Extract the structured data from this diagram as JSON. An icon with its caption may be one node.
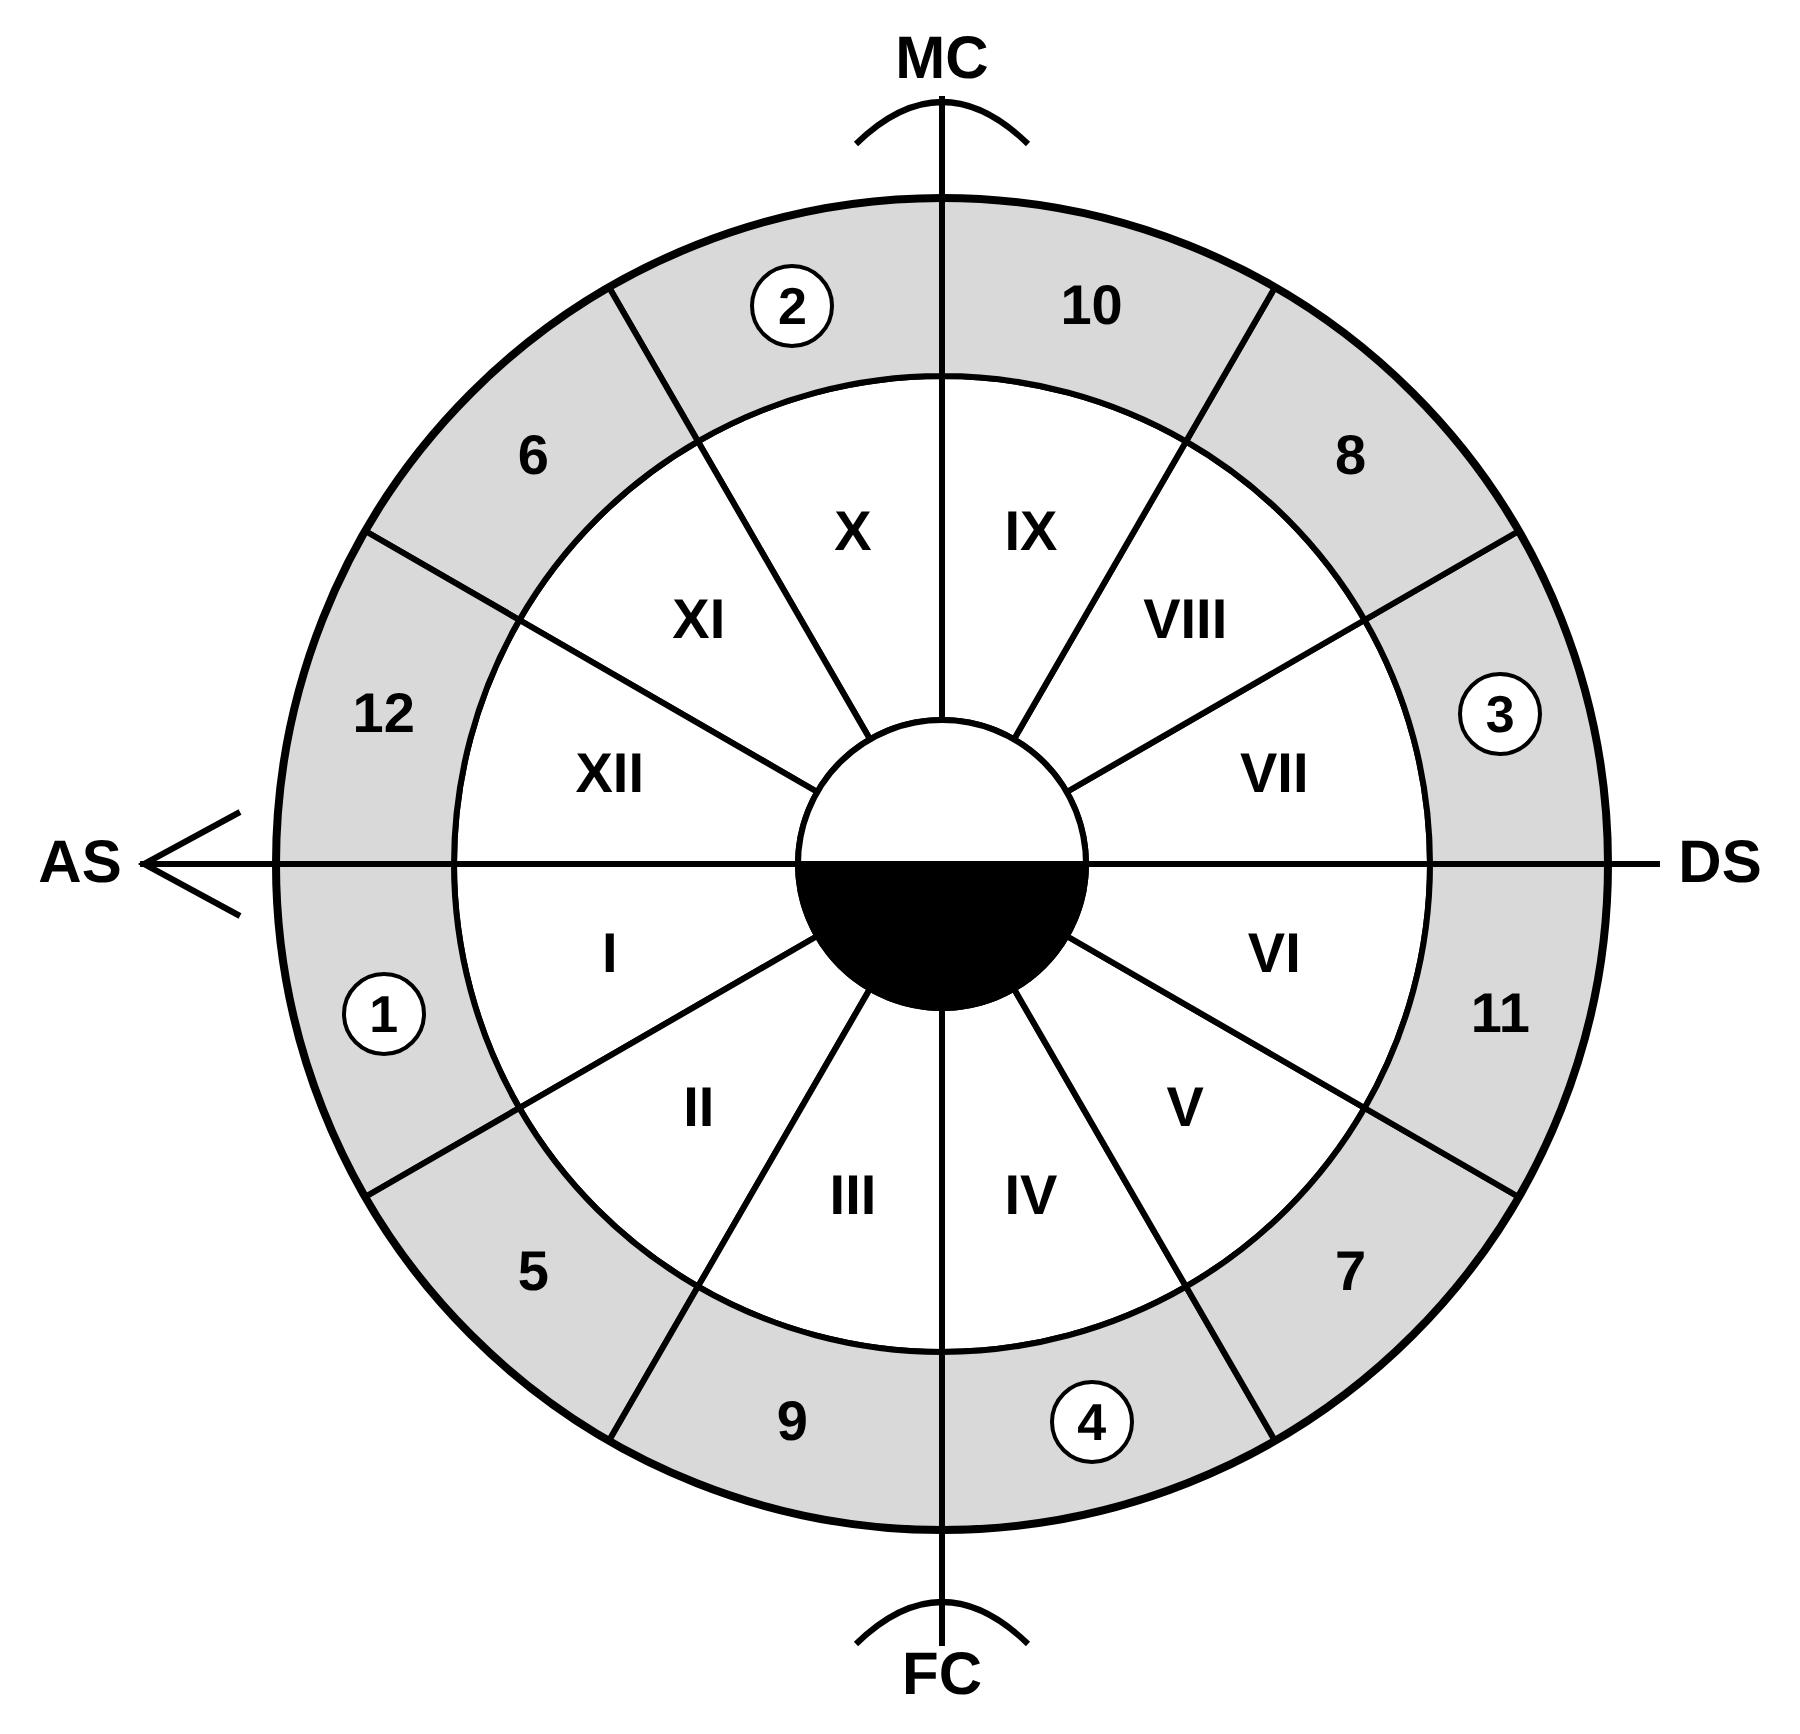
{
  "diagram": {
    "nodes": [
      {
        "text": [
          "I"
        ]
      },
      {
        "text": [
          "II"
        ]
      },
      {
        "text": [
          "III"
        ]
      },
      {
        "text": [
          "IV"
        ]
      },
      {
        "text": [
          "V"
        ]
      },
      {
        "text": [
          "VI"
        ]
      },
      {
        "text": [
          "VII"
        ]
      },
      {
        "text": [
          "VIII"
        ]
      },
      {
        "text": [
          "IX"
        ]
      },
      {
        "text": [
          "X"
        ]
      },
      {
        "text": [
          "XI"
        ]
      },
      {
        "text": [
          "XII"
        ]
      },
      {
        "text": [],
        "shape": "sector"
      },
      {
        "text": [
          "5"
        ]
      },
      {
        "text": [
          "9"
        ]
      },
      {
        "text": [],
        "shape": "sector"
      },
      {
        "text": [
          "7"
        ]
      },
      {
        "text": [
          "11"
        ]
      },
      {
        "text": [],
        "shape": "sector"
      },
      {
        "text": [
          "8"
        ]
      },
      {
        "text": [
          "10"
        ]
      },
      {
        "text": [],
        "shape": "sector"
      },
      {
        "text": [
          "6"
        ]
      },
      {
        "text": [
          "12"
        ]
      },
      {
        "text": [
          "1"
        ],
        "in": 12
      },
      {
        "text": [
          "4"
        ],
        "in": 15
      },
      {
        "text": [
          "3"
        ],
        "in": 18
      },
      {
        "text": [
          "2"
        ],
        "in": 21
      }
    ],
    "labels": [
      "MC",
      "AS",
      "DS",
      "FC"
    ]
  }
}
